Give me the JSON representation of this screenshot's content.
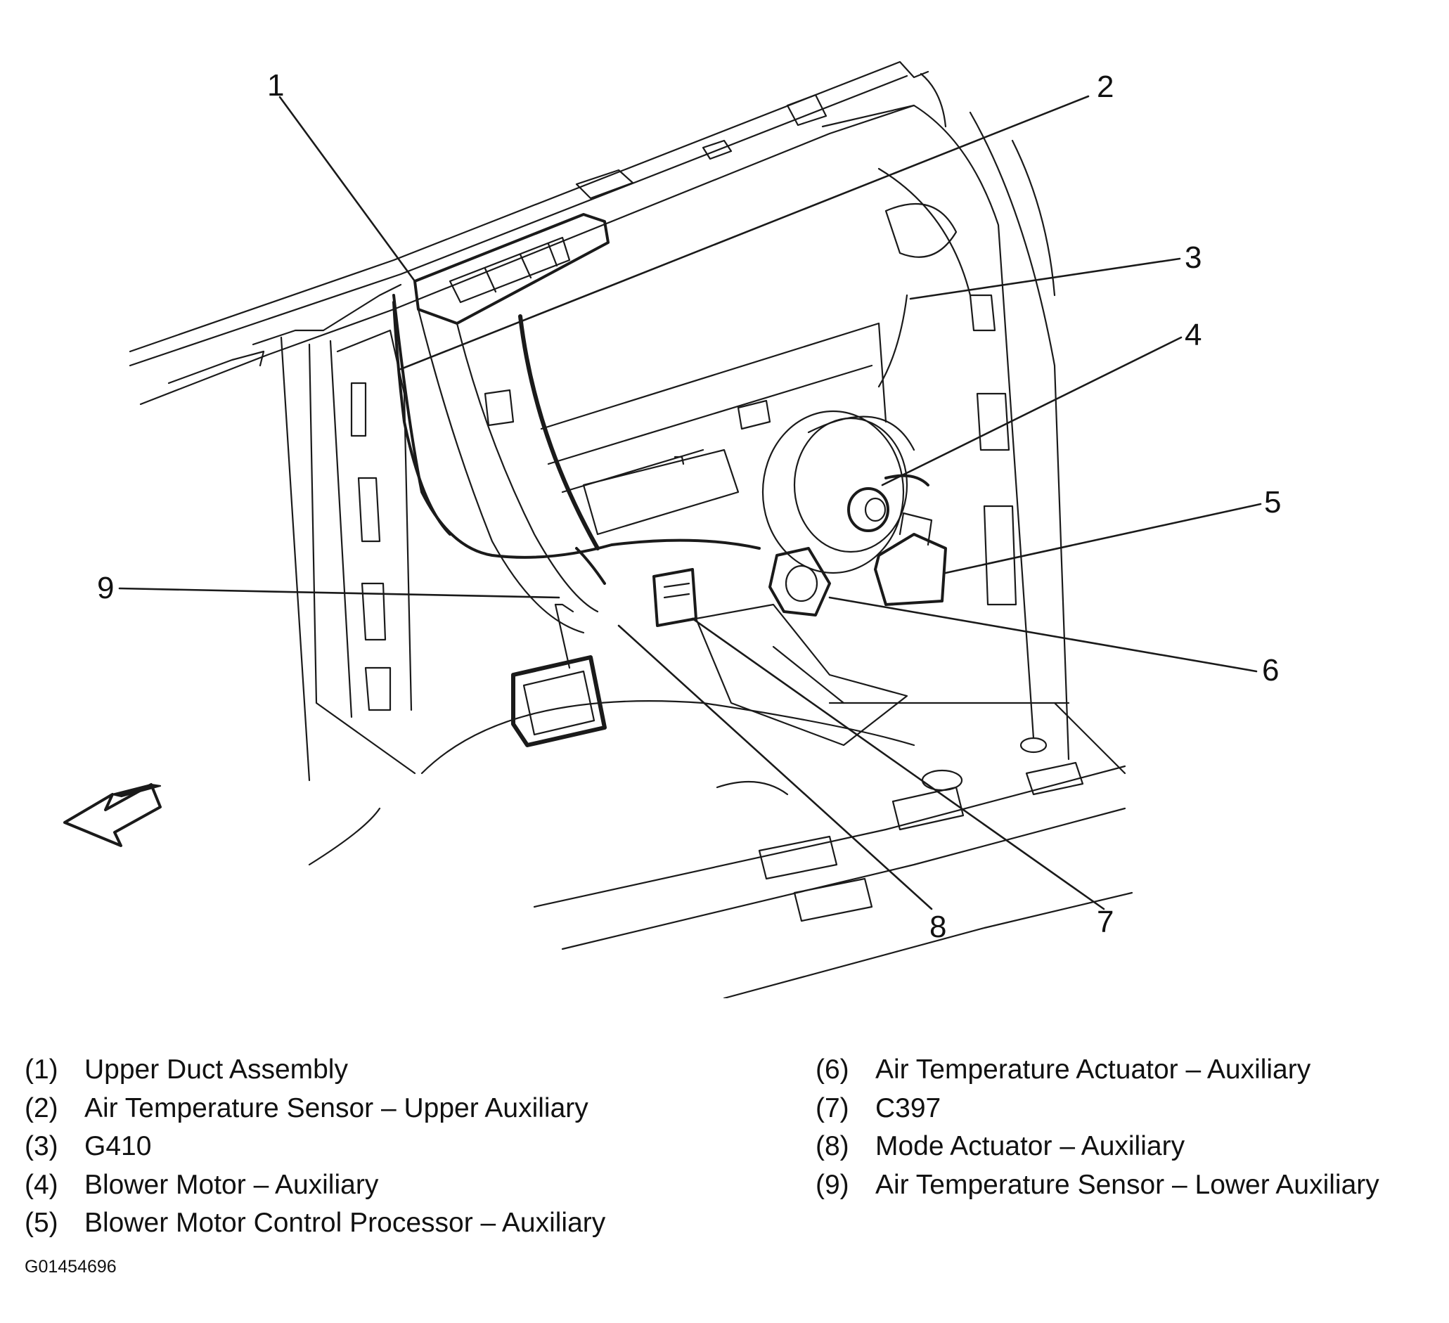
{
  "callouts": [
    "1",
    "2",
    "3",
    "4",
    "5",
    "6",
    "7",
    "8",
    "9"
  ],
  "legend": [
    {
      "num": "(1)",
      "text": "Upper Duct Assembly"
    },
    {
      "num": "(2)",
      "text": "Air Temperature Sensor – Upper Auxiliary"
    },
    {
      "num": "(3)",
      "text": "G410"
    },
    {
      "num": "(4)",
      "text": "Blower Motor – Auxiliary"
    },
    {
      "num": "(5)",
      "text": "Blower Motor Control Processor – Auxiliary"
    },
    {
      "num": "(6)",
      "text": "Air Temperature Actuator – Auxiliary"
    },
    {
      "num": "(7)",
      "text": "C397"
    },
    {
      "num": "(8)",
      "text": "Mode Actuator – Auxiliary"
    },
    {
      "num": "(9)",
      "text": "Air Temperature Sensor – Lower Auxiliary"
    }
  ],
  "figure_code": "G01454696",
  "icons": {
    "direction_arrow": "front-direction-arrow-icon"
  }
}
